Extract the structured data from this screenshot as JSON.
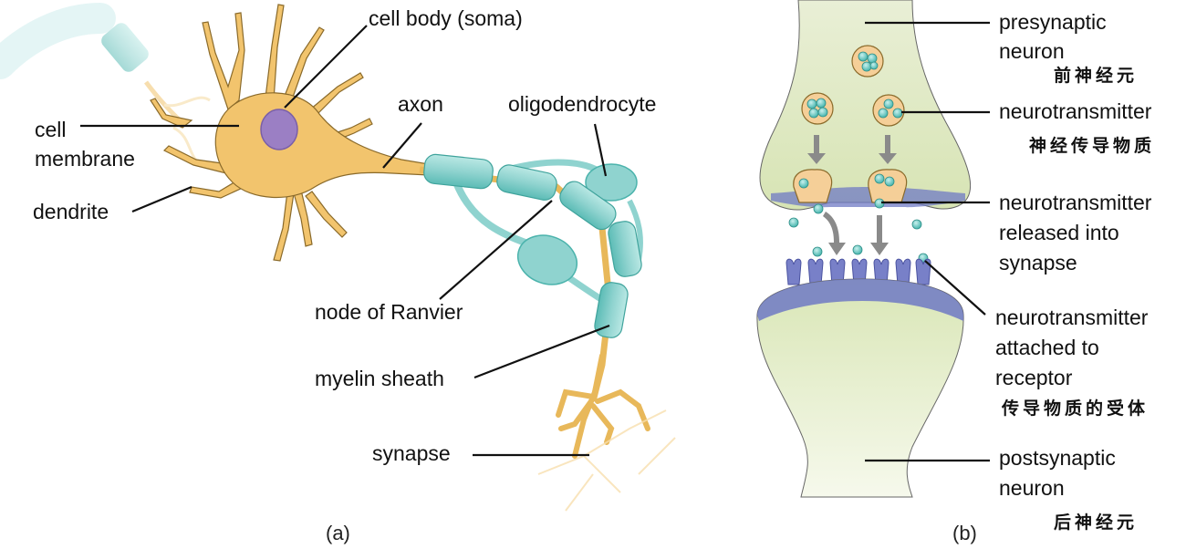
{
  "figure": {
    "panel_a": {
      "caption": "(a)",
      "labels": {
        "cell_body": "cell body (soma)",
        "cell_membrane_1": "cell",
        "cell_membrane_2": "membrane",
        "dendrite": "dendrite",
        "axon": "axon",
        "oligodendrocyte": "oligodendrocyte",
        "node_of_ranvier": "node of Ranvier",
        "myelin_sheath": "myelin sheath",
        "synapse": "synapse"
      }
    },
    "panel_b": {
      "caption": "(b)",
      "labels": {
        "presynaptic_1": "presynaptic",
        "presynaptic_2": "neuron",
        "presynaptic_zh": "前神经元",
        "neurotransmitter": "neurotransmitter",
        "neurotransmitter_zh": "神经传导物质",
        "released_1": "neurotransmitter",
        "released_2": "released into",
        "released_3": "synapse",
        "attached_1": "neurotransmitter",
        "attached_2": "attached to",
        "attached_3": "receptor",
        "attached_zh": "传导物质的受体",
        "postsynaptic_1": "postsynaptic",
        "postsynaptic_2": "neuron",
        "postsynaptic_zh": "后神经元"
      }
    },
    "colors": {
      "neuron_body": "#f2c46d",
      "neuron_outline": "#8a6a2a",
      "nucleus": "#9b7fc4",
      "myelin": "#8fd3cf",
      "myelin_dark": "#4bb3ac",
      "synapse_fill": "#e4ecc8",
      "membrane_blue": "#6f79c4",
      "vesicle": "#f5cf98",
      "transmitter": "#7fd6d0",
      "arrow": "#8a8a8a"
    }
  }
}
